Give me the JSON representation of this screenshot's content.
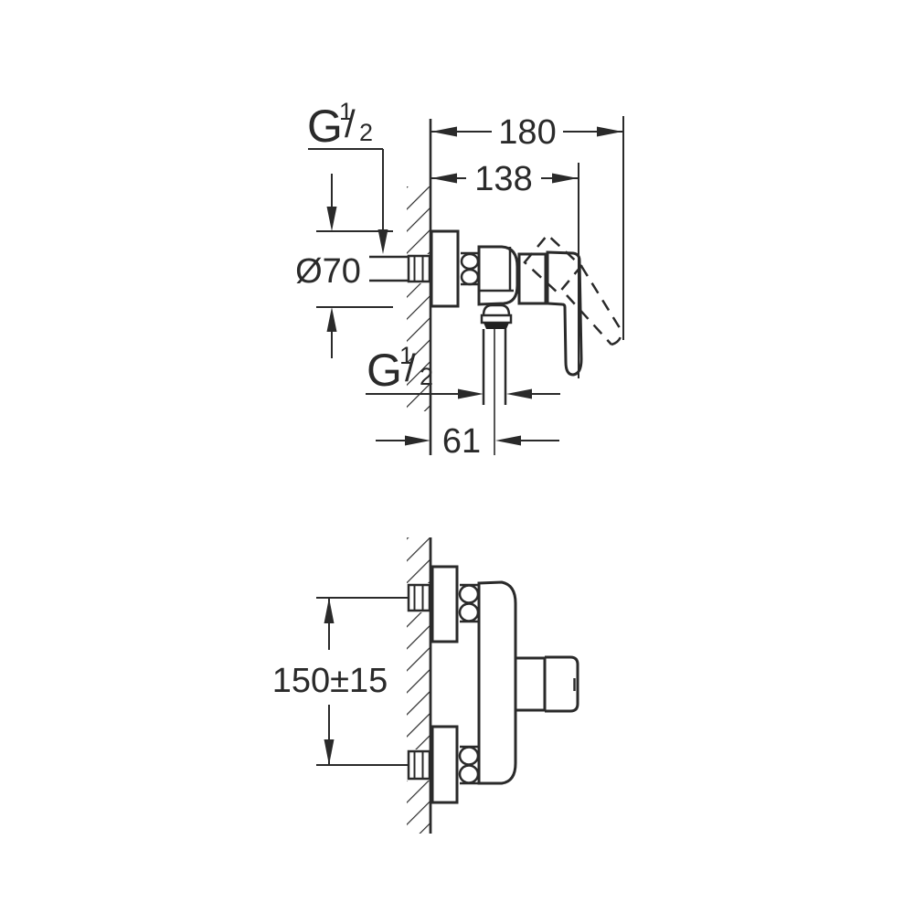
{
  "drawing_type": "technical-dimension-drawing",
  "colors": {
    "line": "#2a2a2a",
    "background": "#ffffff",
    "dark_fill": "#1f1f1f"
  },
  "side_view": {
    "dims": {
      "total_depth": "180",
      "depth_to_handle_end": "138",
      "flange_diameter": "Ø70",
      "outlet_offset": "61"
    },
    "threads": {
      "inlet": {
        "letter": "G",
        "numerator": "1",
        "slash": "/",
        "denominator": "2",
        "full": "G 1/2"
      },
      "outlet": {
        "letter": "G",
        "numerator": "1",
        "slash": "/",
        "denominator": "2",
        "full": "G 1/2"
      }
    }
  },
  "front_view": {
    "dims": {
      "connection_centers": "150±15"
    }
  }
}
